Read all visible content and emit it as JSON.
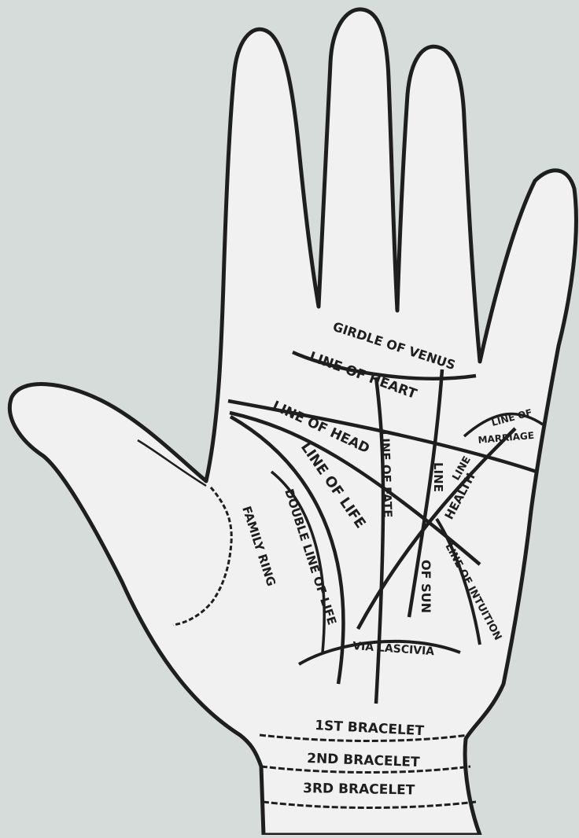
{
  "colors": {
    "background": "#d6dcda",
    "hand_fill": "#f1f1f1",
    "ink": "#1e1e1e"
  },
  "labels": {
    "girdle_of_venus": "GIRDLE OF VENUS",
    "line_of_heart": "LINE OF HEART",
    "line_of_head": "LINE OF HEAD",
    "line_of_life": "LINE OF LIFE",
    "double_line_of_life": "DOUBLE LINE OF LIFE",
    "family_ring": "FAMILY RING",
    "line_of_fate": "LINE OF FATE",
    "line_of_sun_1": "LINE",
    "line_of_sun_2": "OF SUN",
    "line_of_health_1": "LINE",
    "line_of_health_2": "HEALTH",
    "line_of_marriage_1": "LINE OF",
    "line_of_marriage_2": "MARRIAGE",
    "line_of_intuition": "LINE OF INTUITION",
    "via_lascivia": "VIA LASCIVIA",
    "bracelet_1": "1ST BRACELET",
    "bracelet_2": "2ND BRACELET",
    "bracelet_3": "3RD BRACELET"
  }
}
